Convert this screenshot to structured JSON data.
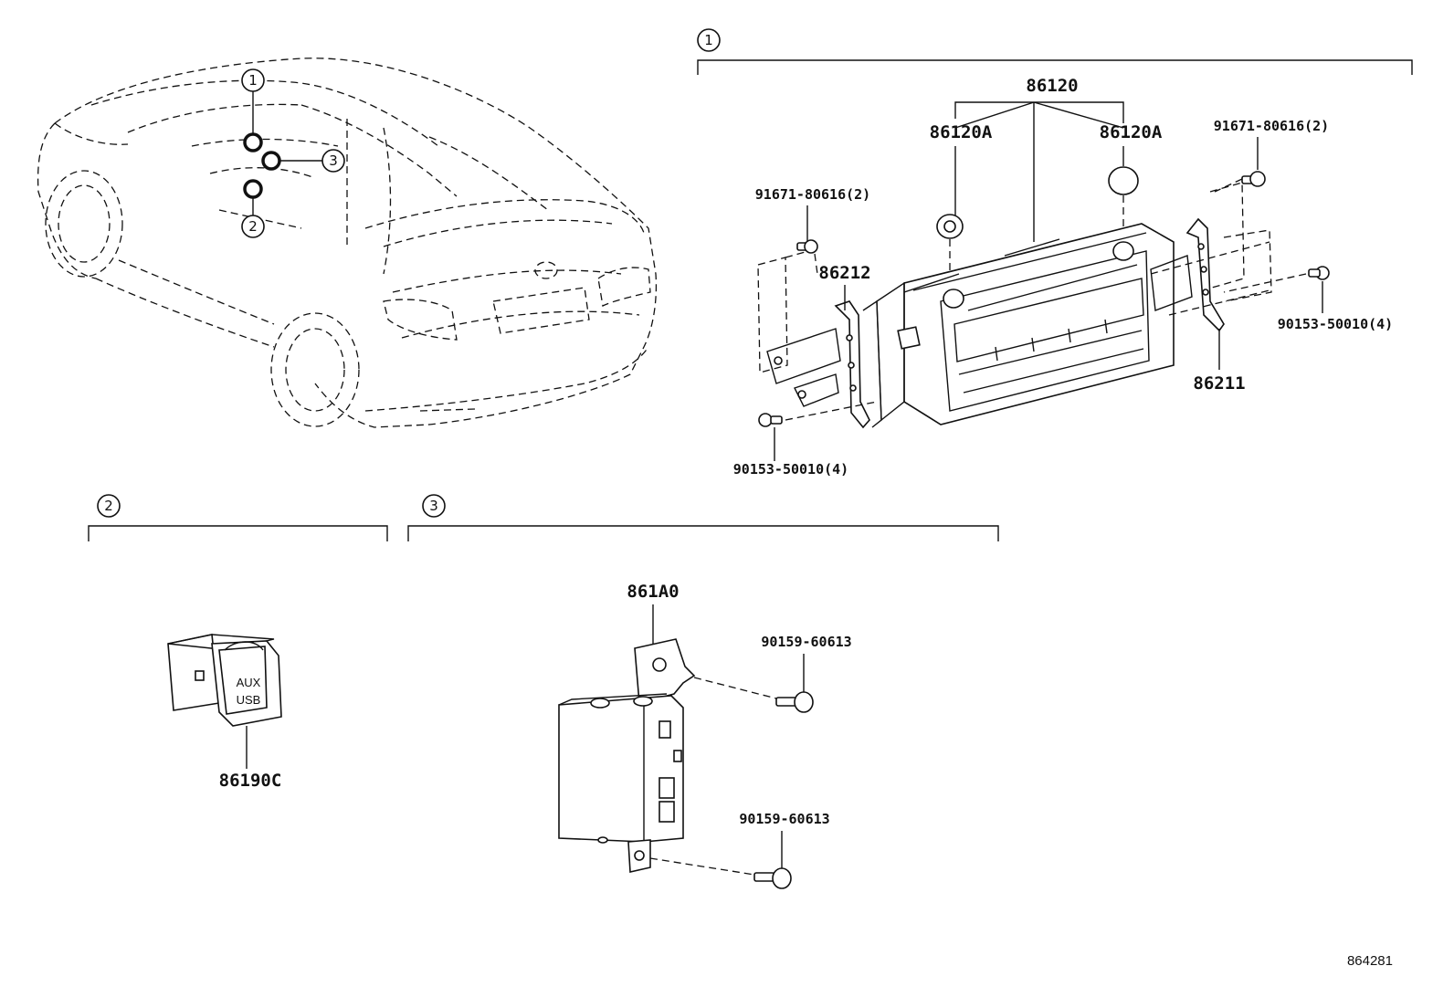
{
  "sections": {
    "s1": {
      "marker": "1"
    },
    "s2": {
      "marker": "2"
    },
    "s3": {
      "marker": "3"
    }
  },
  "vehicle_callouts": [
    "1",
    "2",
    "3"
  ],
  "parts": {
    "p86120": "86120",
    "p86120A_left": "86120A",
    "p86120A_right": "86120A",
    "p91671_left": "91671-80616(2)",
    "p91671_right": "91671-80616(2)",
    "p86212": "86212",
    "p86211": "86211",
    "p90153_left": "90153-50010(4)",
    "p90153_right": "90153-50010(4)",
    "p86190C": "86190C",
    "p861A0": "861A0",
    "p90159_top": "90159-60613",
    "p90159_bottom": "90159-60613"
  },
  "switch_labels": {
    "aux": "AUX",
    "usb": "USB"
  },
  "diagram_code": "864281"
}
